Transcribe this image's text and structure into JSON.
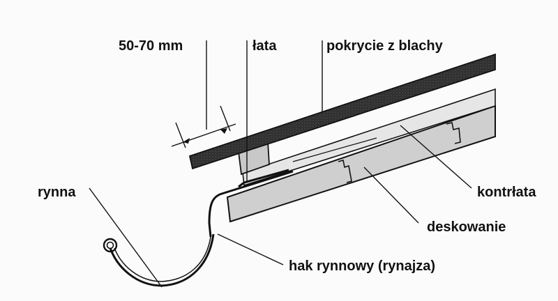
{
  "diagram": {
    "labels": {
      "gap": "50-70 mm",
      "batten": "łata",
      "roof_covering": "pokrycie z blachy",
      "gutter": "rynna",
      "counter_batten": "kontrłata",
      "boarding": "deskowanie",
      "gutter_hook": "hak rynnowy (rynajza)"
    },
    "colors": {
      "metal_sheet": "#3a3a3a",
      "boarding": "#cfcfcf",
      "counter_batten": "#e4e4e4",
      "line": "#111111",
      "background": "#fbfbfb"
    }
  }
}
